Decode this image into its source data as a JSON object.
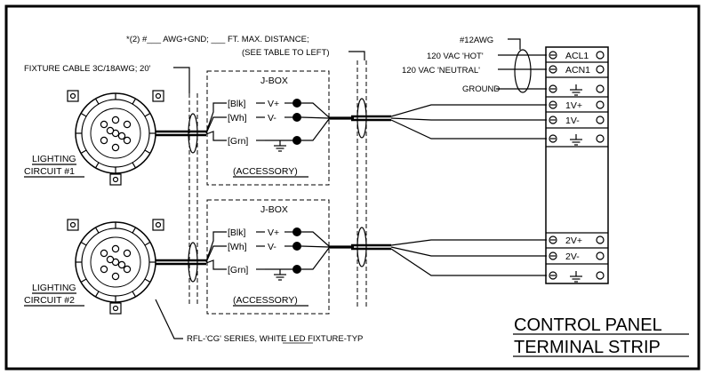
{
  "notes": {
    "cable_spec_line1": "*(2) #___ AWG+GND; ___ FT. MAX. DISTANCE;",
    "cable_spec_line2": "(SEE TABLE TO LEFT)",
    "fixture_cable": "FIXTURE CABLE 3C/18AWG; 20'",
    "awg12": "#12AWG",
    "fixture_callout": "RFL-'CG' SERIES, WHITE LED FIXTURE-TYP"
  },
  "power_labels": {
    "hot": "120 VAC 'HOT'",
    "neutral": "120 VAC 'NEUTRAL'",
    "ground": "GROUND"
  },
  "circuits": [
    {
      "label_line1": "LIGHTING",
      "label_line2": "CIRCUIT #1"
    },
    {
      "label_line1": "LIGHTING",
      "label_line2": "CIRCUIT #2"
    }
  ],
  "jbox": {
    "title": "J-BOX",
    "accessory": "(ACCESSORY)",
    "wires": [
      {
        "color": "[Blk]",
        "signal": "V+"
      },
      {
        "color": "[Wh]",
        "signal": "V-"
      },
      {
        "color": "[Grn]",
        "signal": ""
      }
    ]
  },
  "terminals": [
    "ACL1",
    "ACN1",
    "",
    "1V+",
    "1V-",
    "",
    "",
    "",
    "2V+",
    "2V-",
    ""
  ],
  "panel_title_line1": "CONTROL PANEL",
  "panel_title_line2": "TERMINAL STRIP"
}
